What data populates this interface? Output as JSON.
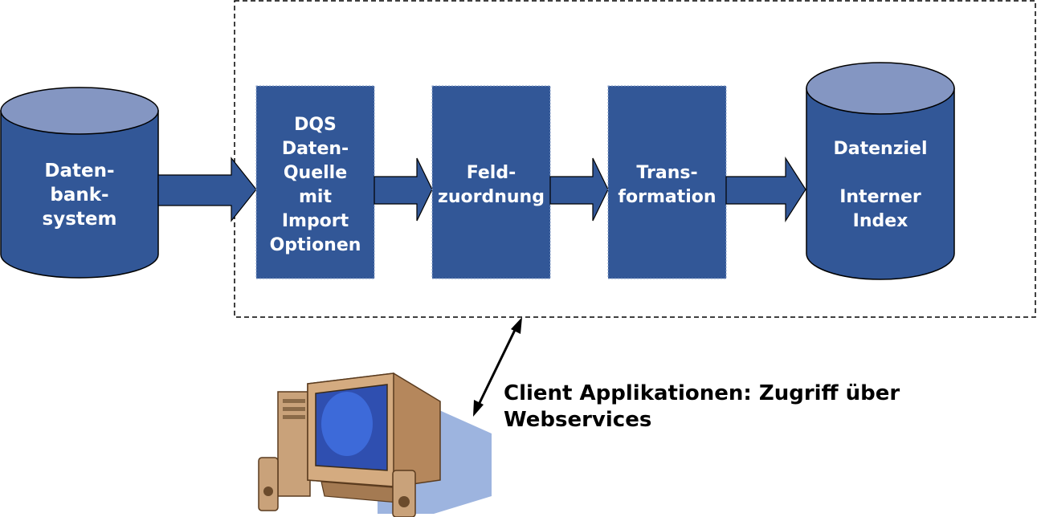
{
  "colors": {
    "box_fill": "#325797",
    "cylinder_top": "#8496C2",
    "stroke": "#000000",
    "monitor_screen": "#3f6fe0",
    "beige": "#c9a27a",
    "shadow": "#9db4df"
  },
  "nodes": {
    "source": {
      "label": "Daten-\nbank-\nsystem"
    },
    "dqs": {
      "label": "DQS\nDaten-\nQuelle\nmit\nImport\nOptionen"
    },
    "mapping": {
      "label": "Feld-\nzuordnung"
    },
    "transformation": {
      "label": "Trans-\nformation"
    },
    "target": {
      "label": "Datenziel\n\nInterner\nIndex"
    }
  },
  "client": {
    "label": "Client Applikationen: Zugriff über\nWebservices",
    "icon": "computer-icon"
  }
}
